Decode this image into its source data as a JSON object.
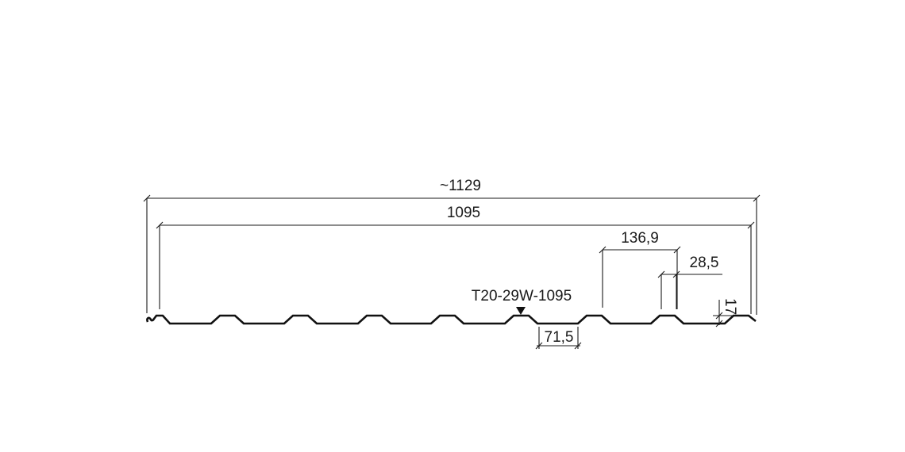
{
  "diagram": {
    "model_label": "T20-29W-1095",
    "dimensions": {
      "overall_width": "~1129",
      "cover_width": "1095",
      "pitch": "136,9",
      "rib_top": "28,5",
      "rib_bottom": "71,5",
      "height": "17"
    }
  }
}
